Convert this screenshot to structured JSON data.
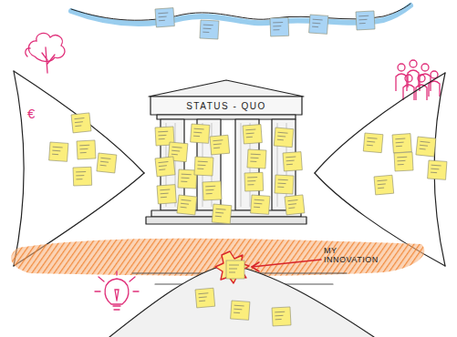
{
  "diagram": {
    "nodes": [
      {
        "text": [
          "STATUS - QUO"
        ]
      }
    ],
    "labels": [
      "MY INNOVATION",
      "€"
    ]
  }
}
